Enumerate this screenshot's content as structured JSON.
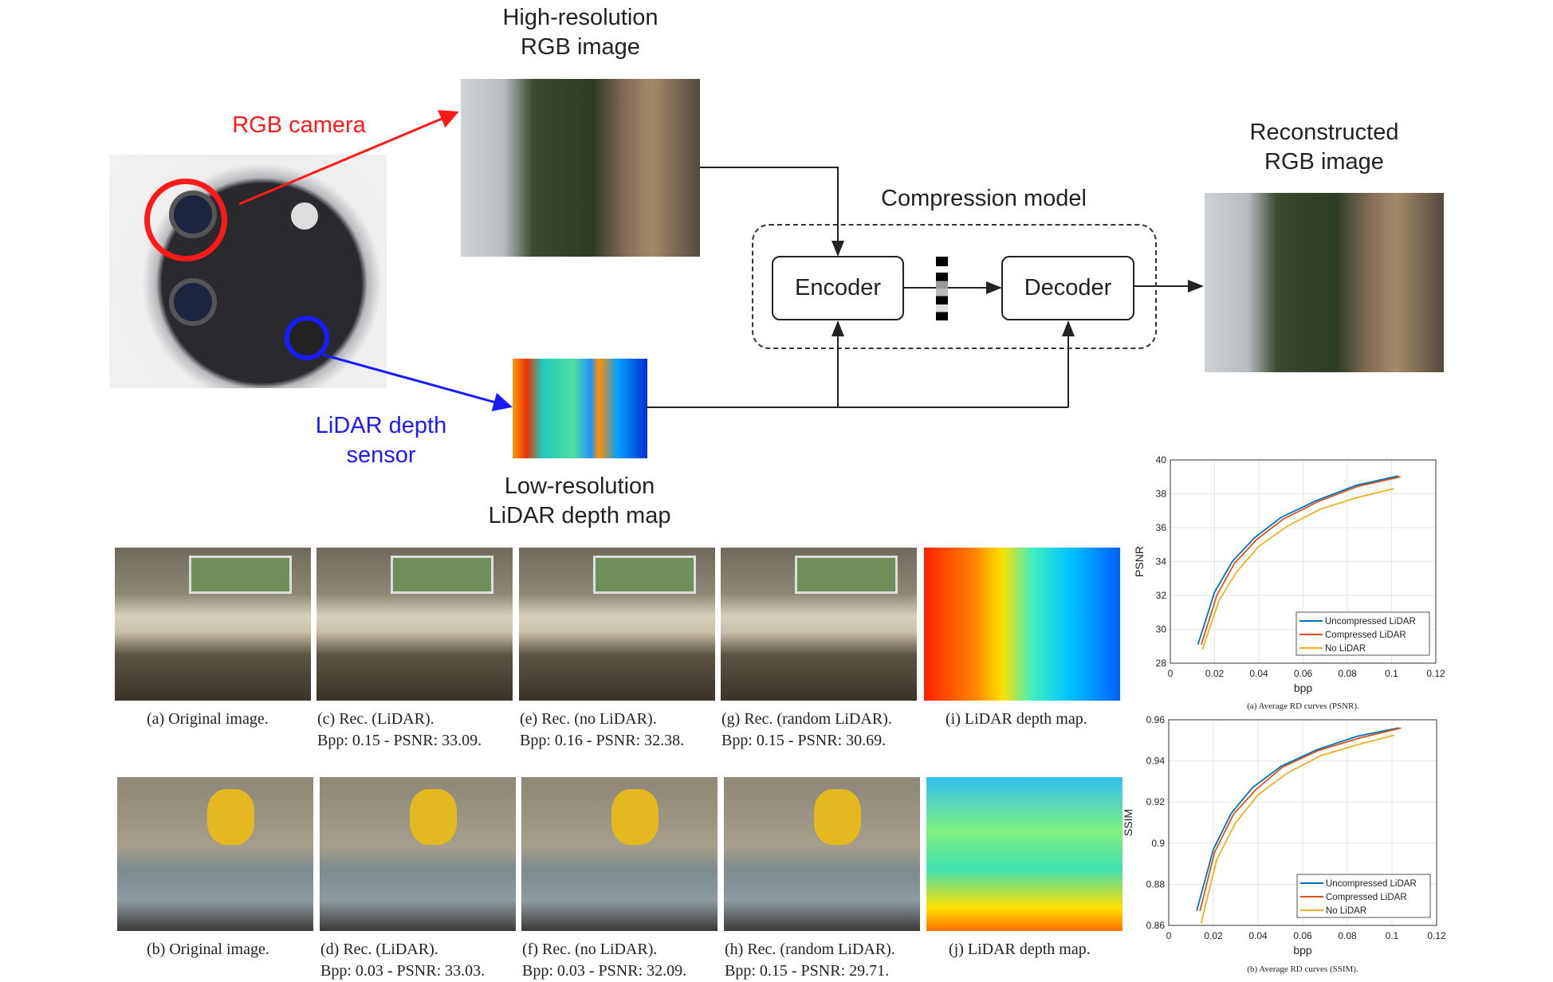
{
  "diagram": {
    "rgb_image_title": [
      "High-resolution",
      "RGB image"
    ],
    "rgb_camera": "RGB camera",
    "lidar_sensor": [
      "LiDAR depth",
      "sensor"
    ],
    "depth_map_title": [
      "Low-resolution",
      "LiDAR depth map"
    ],
    "compression_model": "Compression model",
    "encoder": "Encoder",
    "decoder": "Decoder",
    "reconstructed_title": [
      "Reconstructed",
      "RGB image"
    ]
  },
  "figures": {
    "row1": [
      {
        "caption": [
          "(a) Original image."
        ]
      },
      {
        "caption": [
          "(c) Rec. (LiDAR).",
          "Bpp: 0.15 - PSNR: 33.09."
        ]
      },
      {
        "caption": [
          "(e) Rec. (no LiDAR).",
          "Bpp: 0.16 - PSNR: 32.38."
        ]
      },
      {
        "caption": [
          "(g) Rec. (random LiDAR).",
          "Bpp: 0.15 - PSNR: 30.69."
        ]
      },
      {
        "caption": [
          "(i) LiDAR depth map."
        ]
      }
    ],
    "row2": [
      {
        "caption": [
          "(b) Original image."
        ]
      },
      {
        "caption": [
          "(d) Rec. (LiDAR).",
          "Bpp: 0.03 - PSNR: 33.03."
        ]
      },
      {
        "caption": [
          "(f) Rec. (no LiDAR).",
          "Bpp: 0.03 - PSNR: 32.09."
        ]
      },
      {
        "caption": [
          "(h) Rec. (random LiDAR).",
          "Bpp: 0.15 - PSNR: 29.71."
        ]
      },
      {
        "caption": [
          "(j) LiDAR depth map."
        ]
      }
    ]
  },
  "colors": {
    "blue": "#0072BD",
    "orange": "#D95319",
    "yellow": "#EDB120",
    "red": "#ff1a1a",
    "darkblue": "#1a1aff"
  },
  "chart_data": [
    {
      "type": "line",
      "title": "(a) Average RD curves (PSNR).",
      "xlabel": "bpp",
      "ylabel": "PSNR",
      "xlim": [
        0,
        0.12
      ],
      "ylim": [
        28,
        40
      ],
      "xticks": [
        "0",
        "0.02",
        "0.04",
        "0.06",
        "0.08",
        "0.1",
        "0.12"
      ],
      "yticks": [
        "28",
        "30",
        "32",
        "34",
        "36",
        "38",
        "40"
      ],
      "grid": true,
      "legend": "bottom-right",
      "series": [
        {
          "name": "Uncompressed LiDAR",
          "color": "#0072BD",
          "x": [
            0.0125,
            0.02,
            0.028,
            0.038,
            0.05,
            0.066,
            0.084,
            0.103
          ],
          "y": [
            29.1,
            32.2,
            34.0,
            35.4,
            36.6,
            37.6,
            38.5,
            39.05
          ]
        },
        {
          "name": "Compressed  LiDAR",
          "color": "#D95319",
          "x": [
            0.014,
            0.021,
            0.029,
            0.039,
            0.051,
            0.067,
            0.085,
            0.104
          ],
          "y": [
            29.1,
            32.0,
            33.9,
            35.3,
            36.5,
            37.55,
            38.45,
            39.0
          ]
        },
        {
          "name": "No LiDAR",
          "color": "#EDB120",
          "x": [
            0.0145,
            0.022,
            0.03,
            0.04,
            0.053,
            0.068,
            0.085,
            0.101
          ],
          "y": [
            28.8,
            31.7,
            33.4,
            34.9,
            36.1,
            37.1,
            37.8,
            38.3
          ]
        }
      ]
    },
    {
      "type": "line",
      "title": "(b) Average RD curves (SSIM).",
      "xlabel": "bpp",
      "ylabel": "SSIM",
      "xlim": [
        0,
        0.12
      ],
      "ylim": [
        0.86,
        0.96
      ],
      "xticks": [
        "0",
        "0.02",
        "0.04",
        "0.06",
        "0.08",
        "0.1",
        "0.12"
      ],
      "yticks": [
        "0.86",
        "0.88",
        "0.9",
        "0.92",
        "0.94",
        "0.96"
      ],
      "grid": true,
      "legend": "bottom-right",
      "series": [
        {
          "name": "Uncompressed LiDAR",
          "color": "#0072BD",
          "x": [
            0.0125,
            0.02,
            0.028,
            0.0375,
            0.0505,
            0.0665,
            0.0845,
            0.103
          ],
          "y": [
            0.867,
            0.897,
            0.9145,
            0.927,
            0.9375,
            0.9455,
            0.952,
            0.956
          ]
        },
        {
          "name": "Compressed  LiDAR",
          "color": "#D95319",
          "x": [
            0.014,
            0.0205,
            0.029,
            0.039,
            0.051,
            0.067,
            0.085,
            0.104
          ],
          "y": [
            0.867,
            0.8955,
            0.914,
            0.926,
            0.937,
            0.945,
            0.951,
            0.956
          ]
        },
        {
          "name": "No LiDAR",
          "color": "#EDB120",
          "x": [
            0.0145,
            0.0215,
            0.03,
            0.04,
            0.053,
            0.068,
            0.085,
            0.101
          ],
          "y": [
            0.861,
            0.892,
            0.91,
            0.9235,
            0.934,
            0.9425,
            0.948,
            0.9525
          ]
        }
      ]
    }
  ]
}
